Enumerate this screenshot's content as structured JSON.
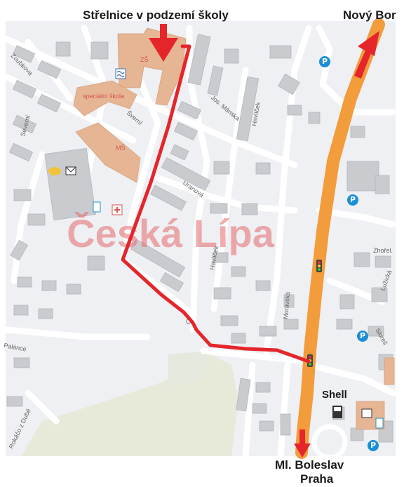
{
  "captions": {
    "top": "Střelnice v podzemí školy",
    "top_right": "Nový Bor",
    "bottom_line1": "Ml. Boleslav",
    "bottom_line2": "Praha",
    "shell": "Shell"
  },
  "map": {
    "city_watermark": "Česká Lípa",
    "street_labels": {
      "zoubkova": "Zoubkova",
      "severni": "Severní",
      "svetla": "Šverní",
      "jos_mansaka": "Jos. Mánska",
      "havlicka": "Havlíček",
      "havlicka2": "Havlíček",
      "urazova": "Uranová",
      "moravska": "Moravská",
      "zhorelec": "Zhořel.",
      "luzicka": "Lužická",
      "skrecha": "Sloreš",
      "rohacko": "Rokáčo z Dubé",
      "palackeho": "Palánce",
      "zs": "ZŠ",
      "specialni_skola": "speciální škola",
      "ms": "MŠ"
    },
    "parking_symbol": "P",
    "colors": {
      "route": "#e4262b",
      "main_road": "#f39c3c",
      "school": "#e6b594",
      "watermark": "#e66a6a",
      "parking": "#1a8fd6"
    }
  }
}
